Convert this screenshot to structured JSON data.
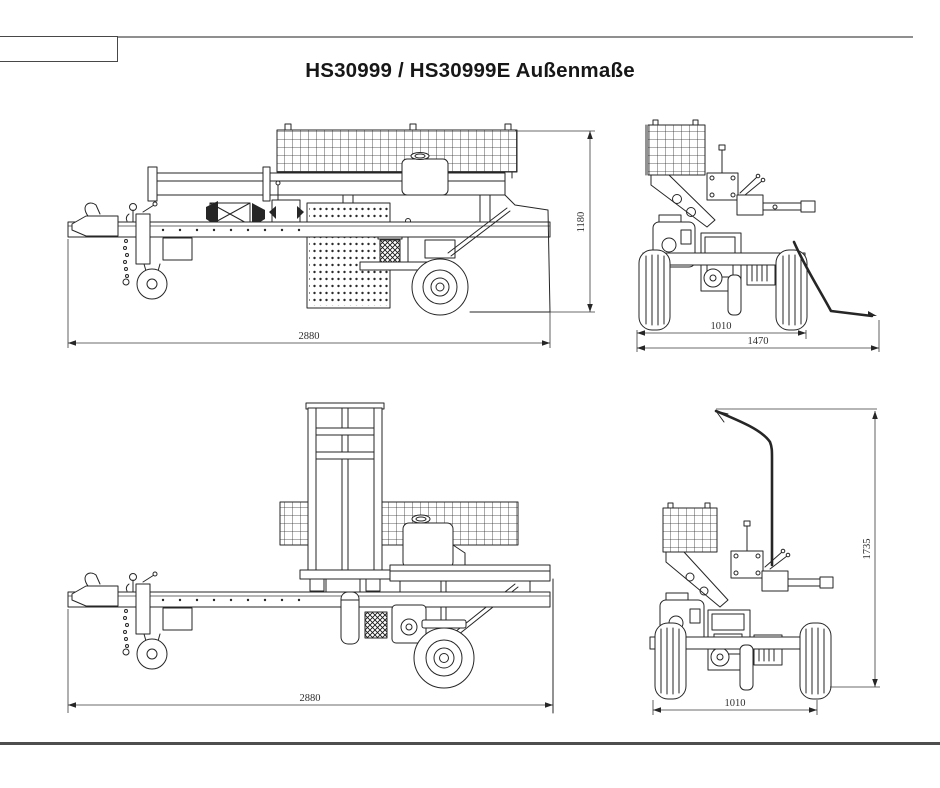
{
  "title": "HS30999 / HS30999E Außenmaße",
  "views": {
    "top_side": {
      "length": "2880",
      "height": "1180"
    },
    "top_rear": {
      "track": "1010",
      "overall": "1470"
    },
    "bottom_side": {
      "length": "2880"
    },
    "bottom_rear": {
      "track": "1010",
      "height": "1735"
    }
  },
  "colors": {
    "drawing_line": "#262626",
    "dimension_text": "#2e2e2e",
    "top_rule": "#8f8f8f",
    "bottom_rule": "#4e4e4e",
    "title_text": "#171717",
    "background": "#ffffff"
  }
}
